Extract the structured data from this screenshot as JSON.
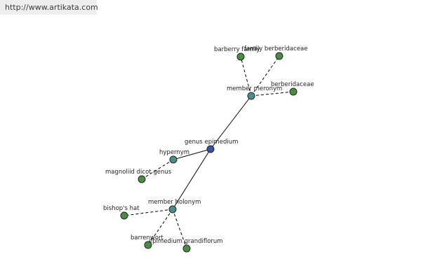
{
  "watermark": "http://www.artikata.com",
  "colors": {
    "center_node": "#3f4fa0",
    "relation_node": "#4a8d8a",
    "leaf_node": "#4b8b45",
    "node_stroke": "#1e2e1e",
    "edge": "#000000"
  },
  "graph": {
    "center": {
      "id": "genus",
      "label": "genus epimedium"
    },
    "relations": [
      {
        "id": "meronym",
        "label": "member meronym"
      },
      {
        "id": "hypernym",
        "label": "hypernym"
      },
      {
        "id": "holonym",
        "label": "member holonym"
      }
    ],
    "leaves": [
      {
        "id": "barberry",
        "label": "barberry family",
        "relation": "meronym"
      },
      {
        "id": "familyberb",
        "label": "family berberidaceae",
        "relation": "meronym"
      },
      {
        "id": "berberidaceae",
        "label": "berberidaceae",
        "relation": "meronym"
      },
      {
        "id": "magnoliid",
        "label": "magnoliid dicot genus",
        "relation": "hypernym"
      },
      {
        "id": "bishops",
        "label": "bishop's hat",
        "relation": "holonym"
      },
      {
        "id": "barrenwort",
        "label": "barrenwort",
        "relation": "holonym"
      },
      {
        "id": "grandiflorum",
        "label": "epimedium grandiflorum",
        "relation": "holonym"
      }
    ]
  }
}
